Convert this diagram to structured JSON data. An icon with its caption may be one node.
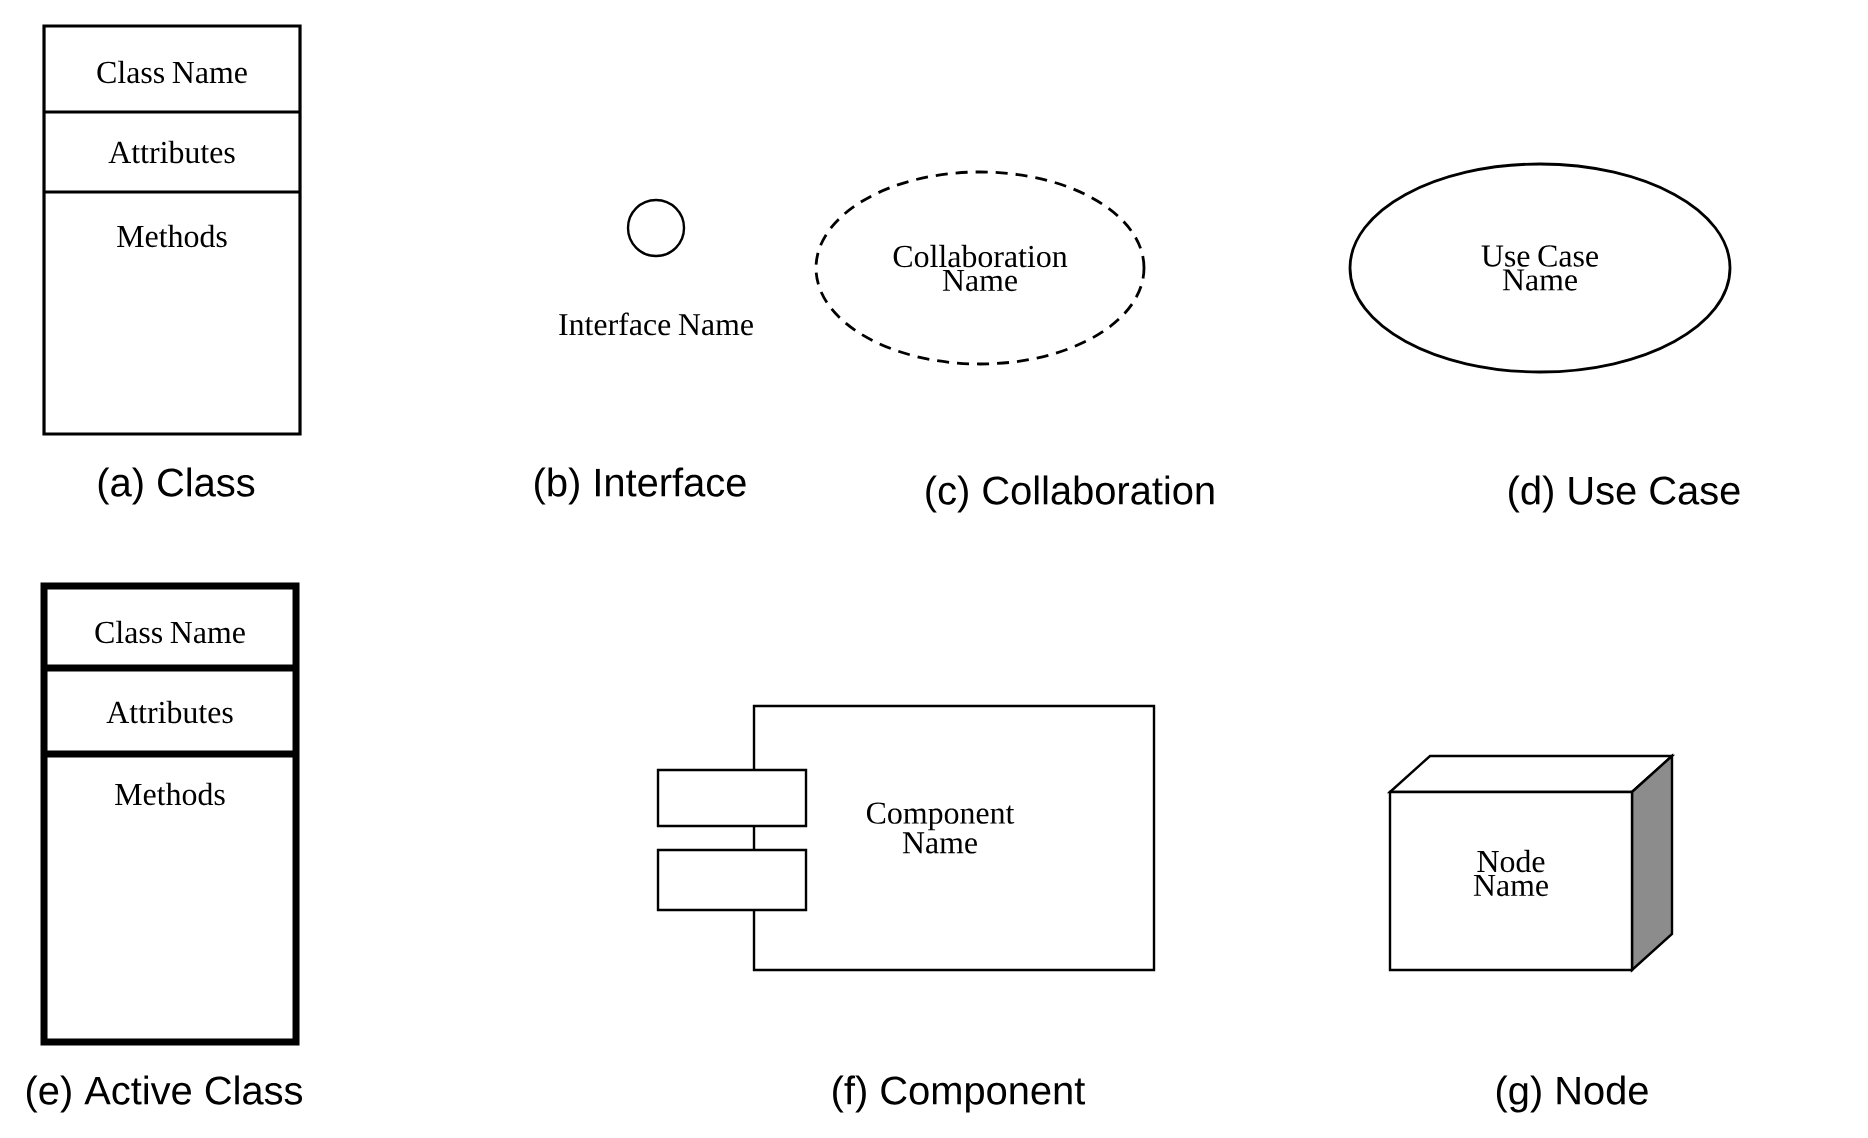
{
  "diagram": {
    "nodes": [
      {
        "text": [
          "Class Name",
          "Attributes",
          "Methods"
        ]
      },
      {
        "text": [
          "Interface Name"
        ]
      },
      {
        "text": [
          "Collaboration Name"
        ]
      },
      {
        "text": [
          "Use Case Name"
        ]
      },
      {
        "text": [
          "Class Name",
          "Attributes",
          "Methods"
        ]
      },
      {
        "text": [
          "Component Name"
        ]
      },
      {
        "text": [
          "Node Name"
        ]
      }
    ],
    "labels": [
      "(a) Class",
      "(b) Interface",
      "(c) Collaboration",
      "(d) Use Case",
      "(e) Active Class",
      "(f) Component",
      "(g) Node"
    ]
  }
}
